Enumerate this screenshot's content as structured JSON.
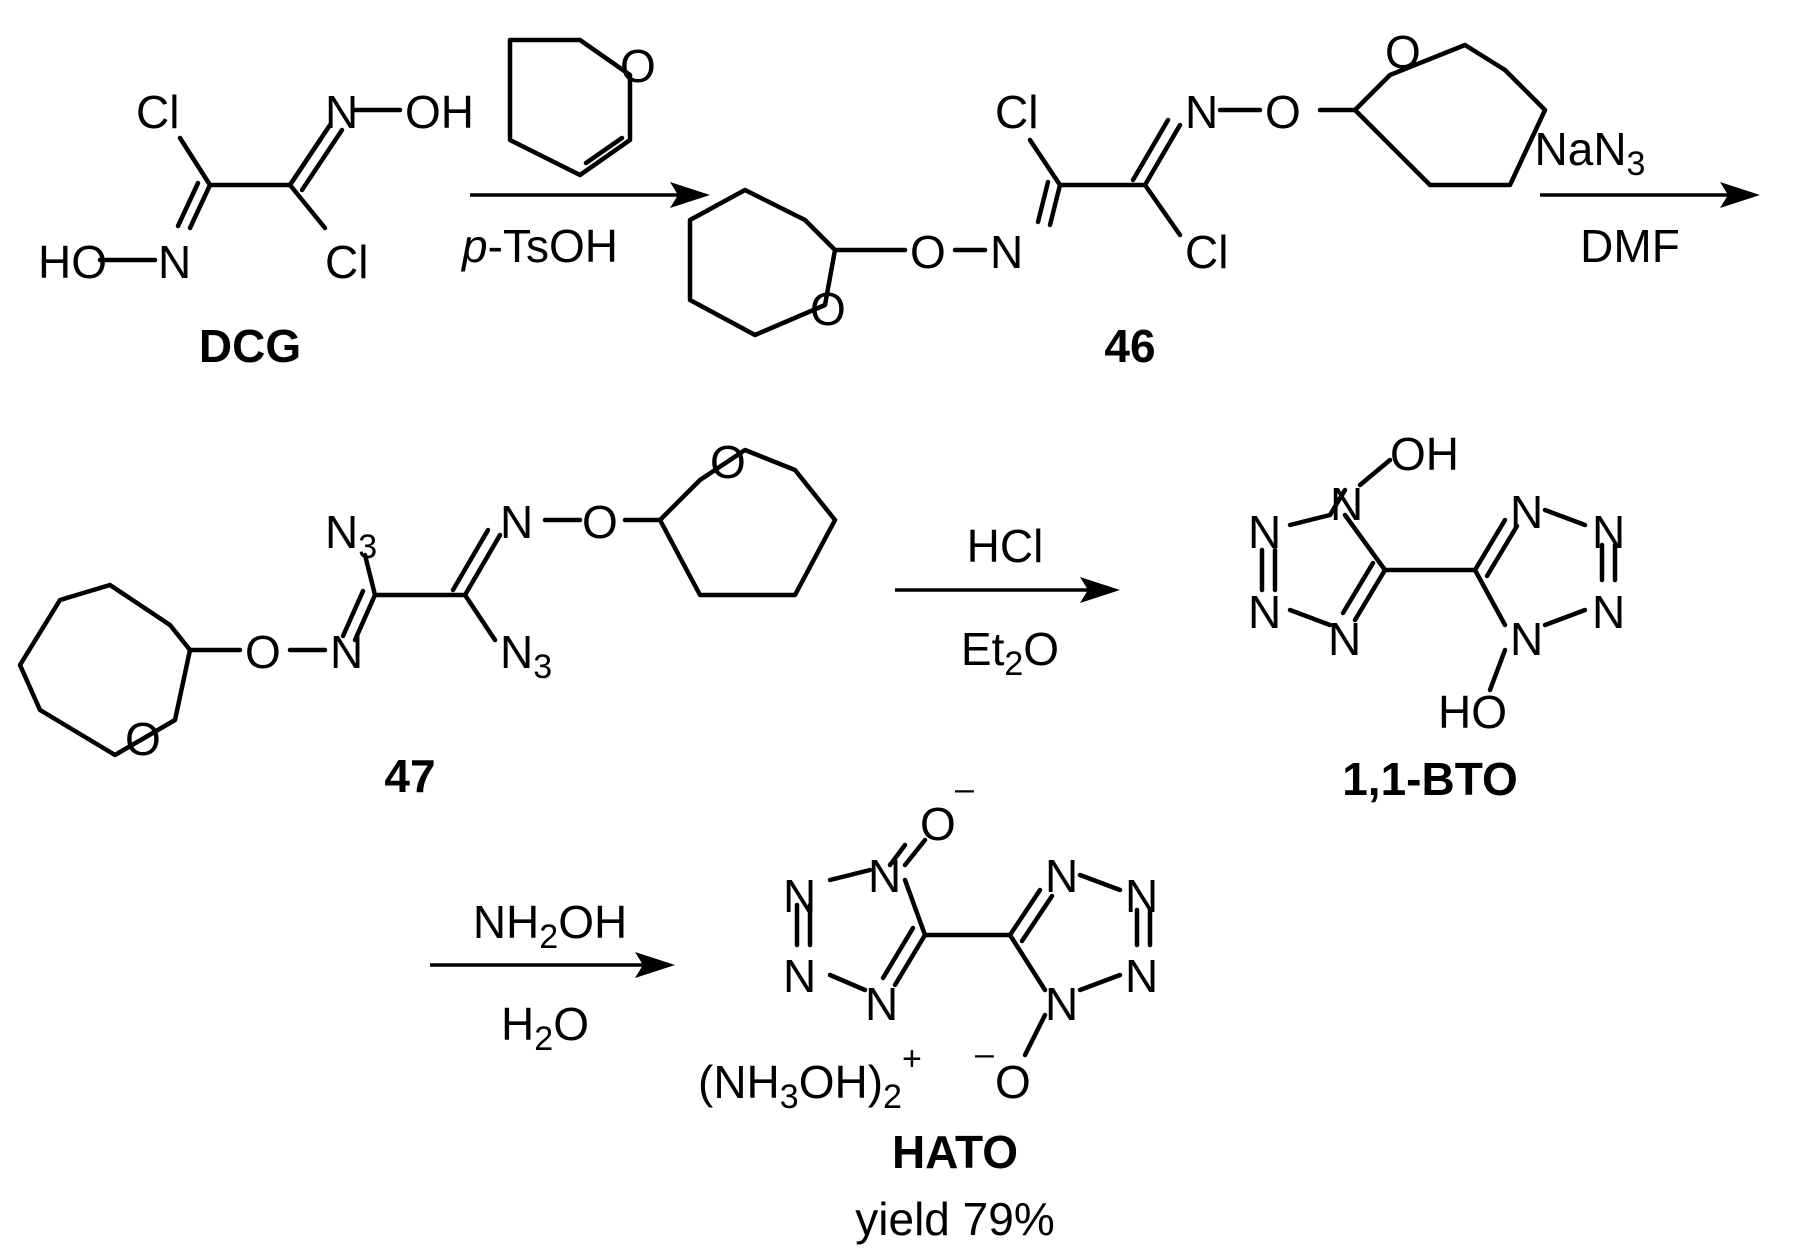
{
  "atoms": {
    "Cl": "Cl",
    "N": "N",
    "O": "O",
    "OH": "OH",
    "HO": "HO",
    "N3": "N",
    "three": "3",
    "minus": "–"
  },
  "steps": [
    {
      "reagent_above": "",
      "reagent_below_prefix": "p",
      "reagent_below": "-TsOH"
    },
    {
      "reagent_above": "NaN",
      "reagent_above_sub": "3",
      "reagent_below": "DMF"
    },
    {
      "reagent_above": "HCl",
      "reagent_below": "Et",
      "reagent_below_sub": "2",
      "reagent_below_tail": "O"
    },
    {
      "reagent_above": "NH",
      "reagent_above_sub": "2",
      "reagent_above_tail": "OH",
      "reagent_below": "H",
      "reagent_below_sub": "2",
      "reagent_below_tail": "O"
    }
  ],
  "compounds": [
    {
      "label": "DCG"
    },
    {
      "label": "46"
    },
    {
      "label": "47"
    },
    {
      "label": "1,1-BTO"
    },
    {
      "label": "HATO",
      "note": "yield 79%"
    }
  ],
  "counterion": {
    "open": "(NH",
    "sub1": "3",
    "mid": "OH)",
    "sub2": "2",
    "charge": "+"
  }
}
